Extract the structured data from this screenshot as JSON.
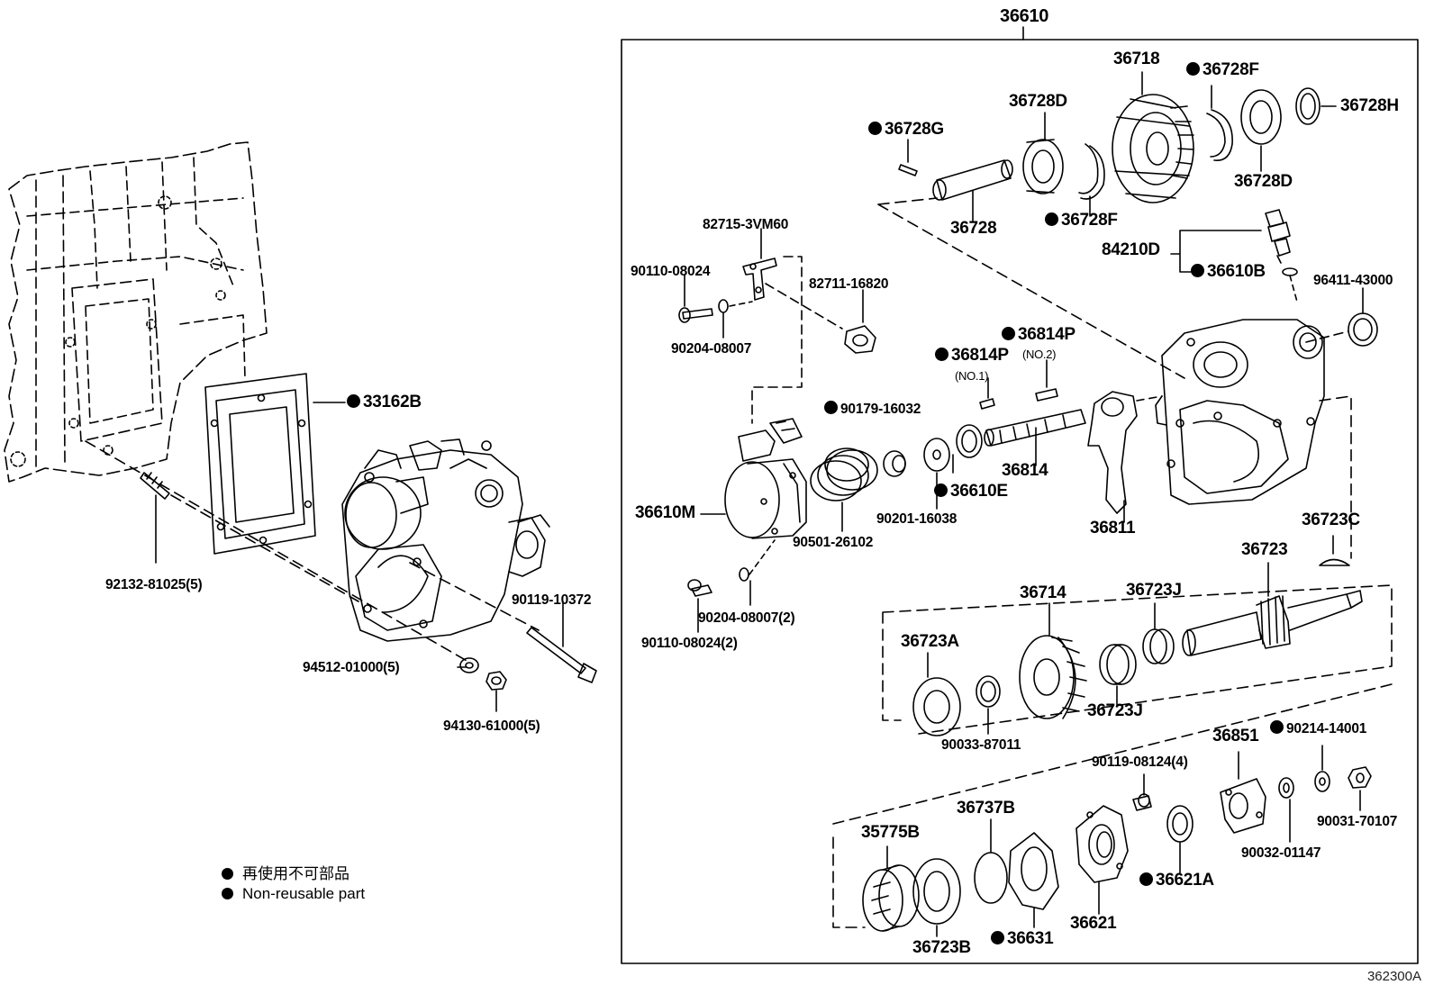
{
  "diagram": {
    "assembly_number": "36610",
    "figure_code": "362300A",
    "legend": [
      {
        "symbol": "dot",
        "text": "再使用不可部品"
      },
      {
        "symbol": "dot",
        "text": "Non-reusable part"
      }
    ],
    "labels": {
      "p36718": "36718",
      "p36728F_top": "36728F",
      "p36728D_top": "36728D",
      "p36728H": "36728H",
      "p36728G": "36728G",
      "p36728D_right": "36728D",
      "p36728": "36728",
      "p36728F_bottom": "36728F",
      "p84210D": "84210D",
      "p36610B": "36610B",
      "p96411": "96411-43000",
      "p82715": "82715-3VM60",
      "p90110_top": "90110-08024",
      "p82711": "82711-16820",
      "p90204_top": "90204-08007",
      "p36814P_1": "36814P",
      "no1": "(NO.1)",
      "p36814P_2": "36814P",
      "no2": "(NO.2)",
      "p90179": "90179-16032",
      "p33162B": "33162B",
      "p36814": "36814",
      "p36610E": "36610E",
      "p36811": "36811",
      "p36610M": "36610M",
      "p90201": "90201-16038",
      "p90501": "90501-26102",
      "p36723C": "36723C",
      "p36723": "36723",
      "p92132": "92132-81025(5)",
      "p90119_10372": "90119-10372",
      "p90204_2": "90204-08007(2)",
      "p36714": "36714",
      "p36723J_top": "36723J",
      "p90110_2": "90110-08024(2)",
      "p36723A": "36723A",
      "p94512": "94512-01000(5)",
      "p36723J_bottom": "36723J",
      "p94130": "94130-61000(5)",
      "p36851": "36851",
      "p90214": "90214-14001",
      "p90033": "90033-87011",
      "p90119_08124": "90119-08124(4)",
      "p36737B": "36737B",
      "p35775B": "35775B",
      "p90031": "90031-70107",
      "p90032": "90032-01147",
      "p36621A": "36621A",
      "p36621": "36621",
      "p36631": "36631",
      "p36723B": "36723B"
    }
  }
}
